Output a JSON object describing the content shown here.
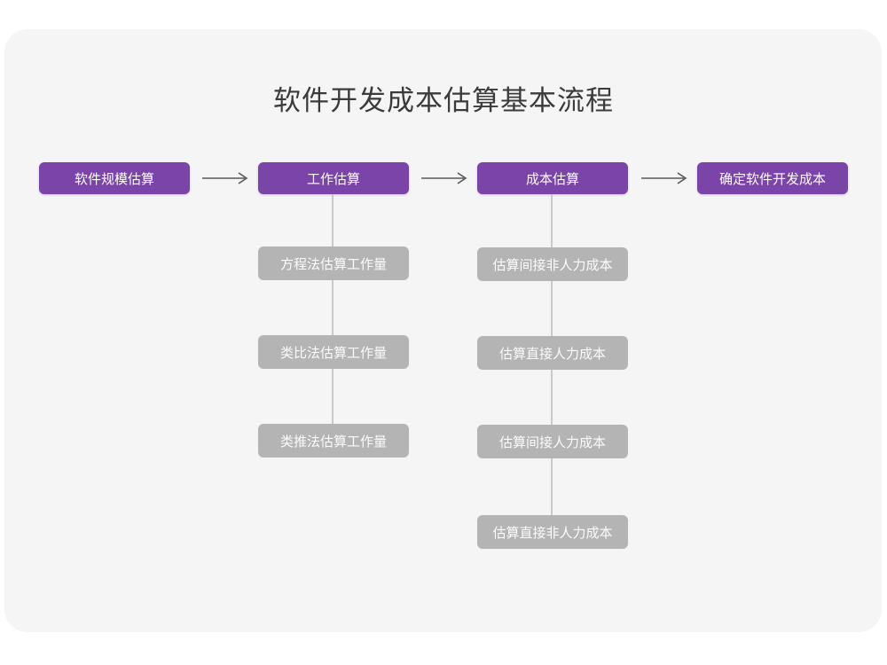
{
  "page": {
    "title": "软件开发成本估算基本流程",
    "background_color": "#ffffff",
    "card_color": "#f5f5f5",
    "primary_color": "#7a44a8",
    "secondary_color": "#b4b4b4",
    "title_color": "#3b3a3c",
    "connector_color": "#c9c9c9",
    "arrow_color": "#58575b"
  },
  "flow": {
    "main_steps": [
      {
        "label": "软件规模估算"
      },
      {
        "label": "工作估算"
      },
      {
        "label": "成本估算"
      },
      {
        "label": "确定软件开发成本"
      }
    ],
    "arrows": [
      {
        "name": "arrow-1",
        "glyph": "→"
      },
      {
        "name": "arrow-2",
        "glyph": "→"
      },
      {
        "name": "arrow-3",
        "glyph": "→"
      }
    ],
    "branches": [
      {
        "parent": "工作估算",
        "items": [
          {
            "label": "方程法估算工作量"
          },
          {
            "label": "类比法估算工作量"
          },
          {
            "label": "类推法估算工作量"
          }
        ]
      },
      {
        "parent": "成本估算",
        "items": [
          {
            "label": "估算间接非人力成本"
          },
          {
            "label": "估算直接人力成本"
          },
          {
            "label": "估算间接人力成本"
          },
          {
            "label": "估算直接非人力成本"
          }
        ]
      }
    ]
  }
}
